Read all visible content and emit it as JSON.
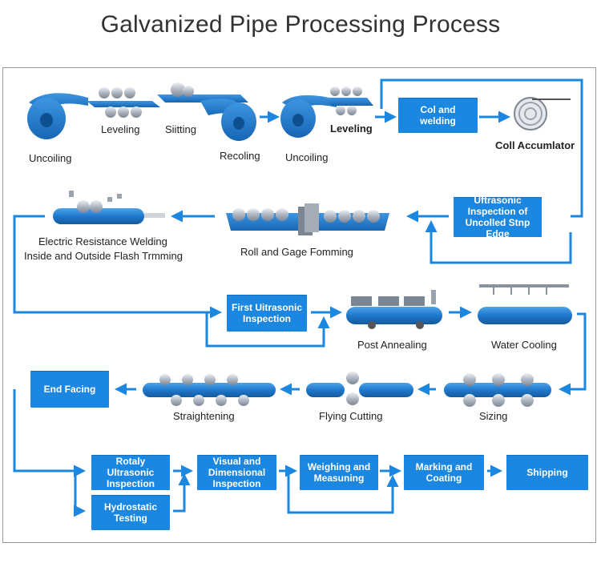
{
  "title": "Galvanized Pipe Processing Process",
  "colors": {
    "step_box": "#1b87e0",
    "arrow": "#1b87e0",
    "machine_blue": "#2a7fd0",
    "roller_grey": "#c9ced6",
    "text": "#222222"
  },
  "steps": {
    "uncoiling_1": "Uncoiling",
    "leveling_1": "Leveling",
    "slitting": "Siitting",
    "recoiling": "Recoling",
    "uncoiling_2": "Uncoiling",
    "leveling_2": "Leveling",
    "coil_welding": "Col and welding",
    "coil_accumulator": "Coll Accumlator",
    "ultrasonic_edge": "Uftrasonic Inspection of Uncolled Stnp Edge",
    "roll_forming": "Roll and Gage Fomming",
    "erw_line1": "Electric Resistance Welding",
    "erw_line2": "Inside and Outside Flash Trmming",
    "first_ultrasonic": "First Uitrasonic Inspection",
    "post_annealing": "Post Annealing",
    "water_cooling": "Water Cooling",
    "sizing": "Sizing",
    "flying_cutting": "Flying Cutting",
    "straightening": "Straightening",
    "end_facing": "End Facing",
    "rotary_ultrasonic": "Rotaly Ultrasonic Inspection",
    "hydrostatic": "Hydrostatic Testing",
    "visual_dimensional": "Visual and Dimensional Inspection",
    "weighing": "Weighing and Measuning",
    "marking": "Marking and Coating",
    "shipping": "Shipping"
  },
  "icons": [
    "coil-icon",
    "roller-leveler-icon",
    "slitter-icon",
    "coil-accumulator-icon",
    "pipe-icon",
    "forming-rolls-icon",
    "annealing-furnace-icon",
    "water-spray-icon",
    "sizing-rolls-icon",
    "cutting-saw-icon",
    "straightener-icon"
  ]
}
